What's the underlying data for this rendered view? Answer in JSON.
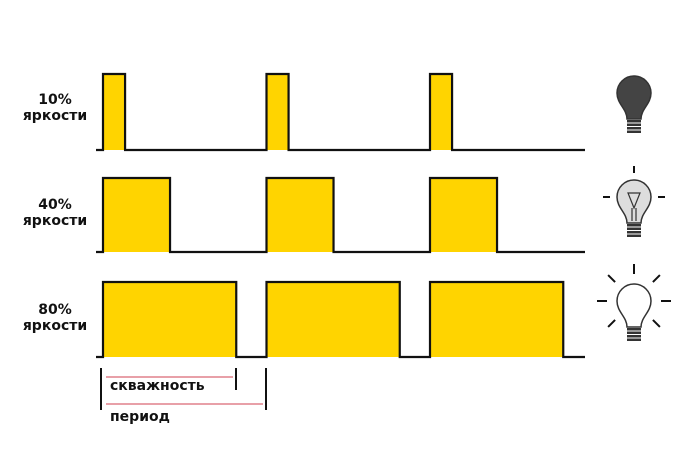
{
  "colors": {
    "pulse": "#FFD400",
    "line": "#111111",
    "marker": "#E8A0A8"
  },
  "period_count": 3,
  "rows": [
    {
      "percent": "10%",
      "caption": "яркости",
      "duty": 0.135,
      "bulb": "bulb-off-icon"
    },
    {
      "percent": "40%",
      "caption": "яркости",
      "duty": 0.41,
      "bulb": "bulb-dim-icon"
    },
    {
      "percent": "80%",
      "caption": "яркости",
      "duty": 0.815,
      "bulb": "bulb-bright-icon"
    }
  ],
  "annotations": {
    "duty_label": "скважность",
    "period_label": "период"
  }
}
